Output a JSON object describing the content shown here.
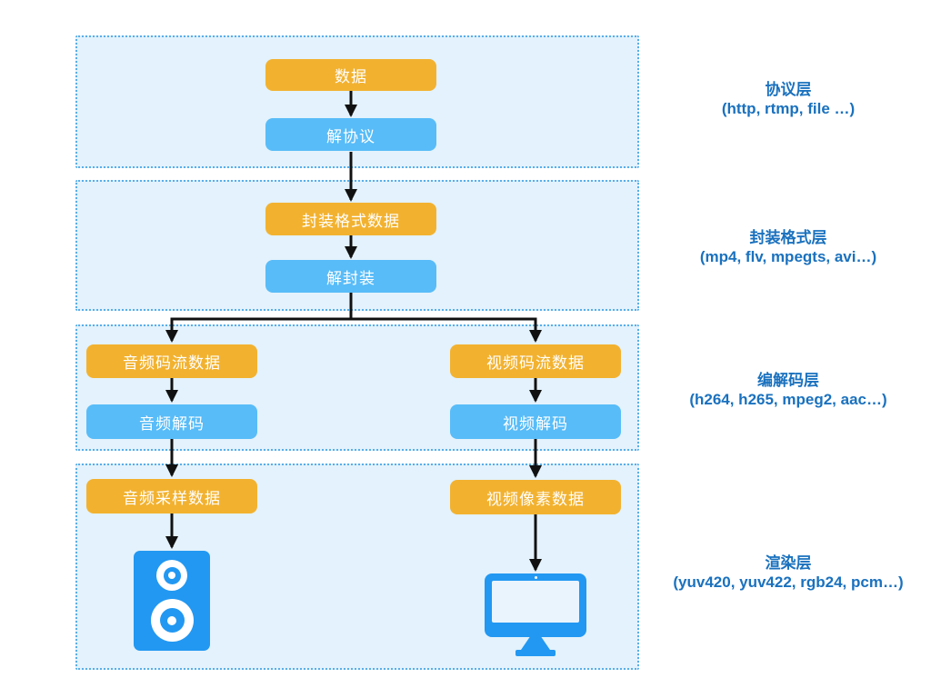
{
  "sections": [
    {
      "name": "protocol",
      "title": "协议层",
      "sub": "(http, rtmp, file …)"
    },
    {
      "name": "format",
      "title": "封装格式层",
      "sub": "(mp4, flv, mpegts, avi…)"
    },
    {
      "name": "codec",
      "title": "编解码层",
      "sub": "(h264, h265, mpeg2, aac…)"
    },
    {
      "name": "render",
      "title": "渲染层",
      "sub": "(yuv420, yuv422, rgb24, pcm…)"
    }
  ],
  "nodes": {
    "data": "数据",
    "deprotocol": "解协议",
    "format_data": "封装格式数据",
    "demux": "解封装",
    "audio_stream": "音频码流数据",
    "audio_decode": "音频解码",
    "video_stream": "视频码流数据",
    "video_decode": "视频解码",
    "audio_sample": "音频采样数据",
    "video_pixel": "视频像素数据"
  },
  "icons": {
    "speaker": "speaker-icon",
    "monitor": "monitor-icon"
  },
  "colors": {
    "data_box": "#F2B230",
    "process_box": "#58BCF8",
    "section_bg": "#E3F2FC",
    "section_border": "#59AEE9",
    "side_label": "#1A71BE",
    "device_icon": "#2298F2",
    "arrow": "#111111"
  }
}
